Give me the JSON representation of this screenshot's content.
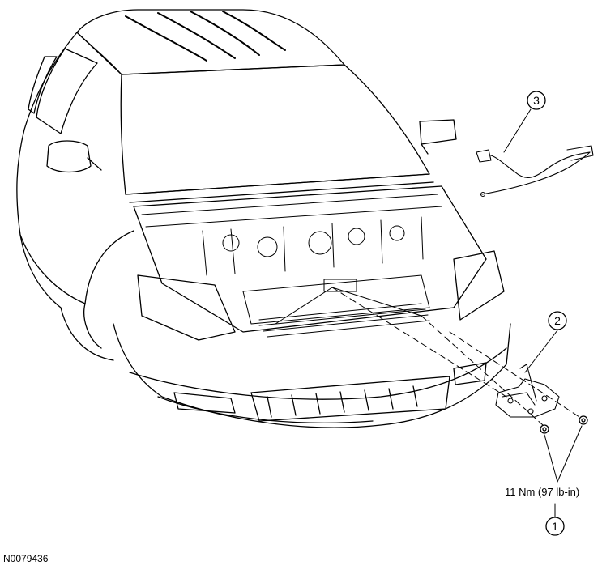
{
  "callouts": [
    {
      "id": "1",
      "label": "1"
    },
    {
      "id": "2",
      "label": "2"
    },
    {
      "id": "3",
      "label": "3"
    }
  ],
  "torque_spec": "11 Nm (97 lb-in)",
  "figure_id": "N0079436",
  "colors": {
    "line": "#000000",
    "background": "#ffffff"
  }
}
